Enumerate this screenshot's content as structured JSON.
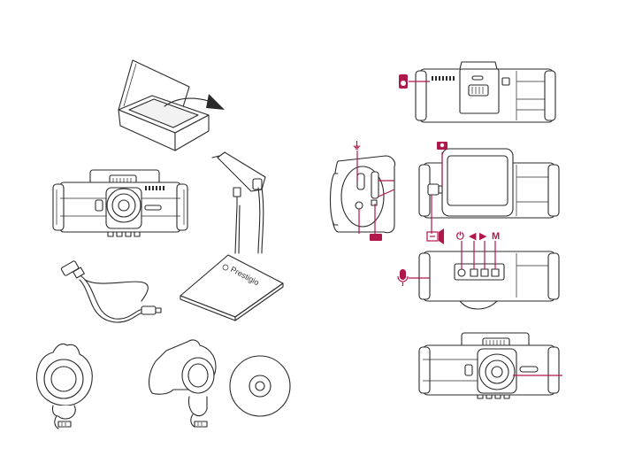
{
  "page": {
    "colors": {
      "accent": "#b0174a",
      "line": "#2a2a2a",
      "background": "#ffffff"
    }
  },
  "package_contents": [
    {
      "name": "box",
      "icon": "box-open-icon"
    },
    {
      "name": "camera",
      "icon": "dash-camera-icon"
    },
    {
      "name": "car-charger",
      "icon": "car-charger-icon"
    },
    {
      "name": "usb-cable",
      "icon": "usb-cable-icon"
    },
    {
      "name": "manual",
      "icon": "manual-booklet-icon",
      "brand_text": "Prestigio"
    },
    {
      "name": "suction-mount",
      "icon": "suction-mount-icon"
    },
    {
      "name": "adhesive-mount",
      "icon": "adhesive-mount-icon"
    },
    {
      "name": "disc",
      "icon": "cd-disc-icon"
    }
  ],
  "callouts": {
    "buttons_row": [
      "⏻",
      "◀",
      "▶",
      "M"
    ],
    "icons": [
      "reset-icon",
      "usb-icon",
      "camera-shutter-icon",
      "display-toggle-icon",
      "microphone-icon",
      "memory-card-icon"
    ]
  }
}
